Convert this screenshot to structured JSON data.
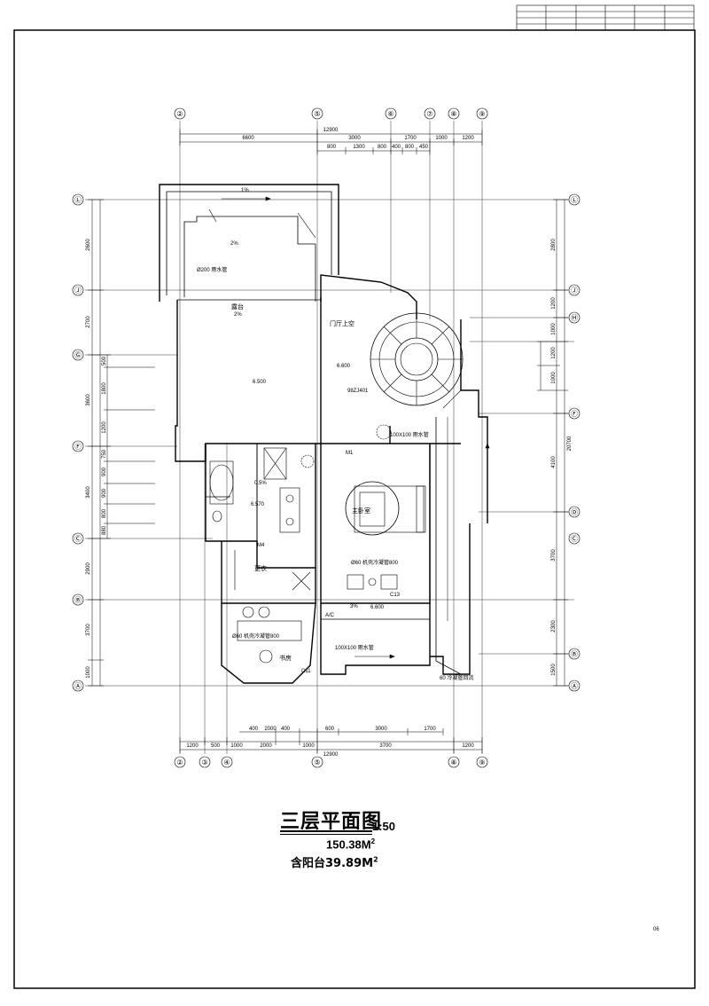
{
  "title": {
    "main": "三层平面图",
    "scale": "1:50",
    "area_value": "150.38",
    "area_unit": "M",
    "balcony_label": "含阳台",
    "balcony_value": "39.89",
    "balcony_unit": "M",
    "exponent": "2"
  },
  "page": {
    "number": "06"
  },
  "grid_axes": {
    "top": [
      "②",
      "⑤",
      "⑥",
      "⑦",
      "⑧",
      "⑨"
    ],
    "bottom": [
      "②",
      "③",
      "④",
      "⑤",
      "⑧",
      "⑨"
    ],
    "left": [
      "Ⓛ",
      "Ⓙ",
      "Ⓖ",
      "Ⓕ",
      "Ⓒ",
      "Ⓑ",
      "Ⓐ"
    ],
    "right": [
      "Ⓛ",
      "Ⓙ",
      "Ⓗ",
      "Ⓕ",
      "Ⓓ",
      "Ⓒ",
      "Ⓑ",
      "Ⓐ"
    ]
  },
  "dimensions": {
    "top_total": "12900",
    "top_row1": [
      "6600",
      "3000",
      "1700",
      "1000",
      "1200"
    ],
    "top_row2": [
      "800",
      "1300",
      "800",
      "400",
      "800",
      "450"
    ],
    "bottom_total": "12900",
    "bottom_row1": [
      "1200",
      "500",
      "1000",
      "2000",
      "1000",
      "3700",
      "1200"
    ],
    "bottom_row2": [
      "400",
      "2000",
      "400",
      "600",
      "3000",
      "1700"
    ],
    "left": [
      "2600",
      "2700",
      "3600",
      "3400",
      "2900",
      "3700",
      "1000"
    ],
    "left_inner": [
      "500",
      "1800",
      "1200",
      "750",
      "900",
      "900",
      "800",
      "880"
    ],
    "right": [
      "2800",
      "1200",
      "1000",
      "1200",
      "1000",
      "4100",
      "3700",
      "2300",
      "1500"
    ],
    "right_total": "20700"
  },
  "rooms": {
    "terrace": "露台",
    "terrace_slope": "2%",
    "terrace_elev": "6.500",
    "master_bedroom": "主卧室",
    "dressing": "更衣",
    "study": "书房",
    "bath_slope": "0.5%",
    "bath_elev": "6.570",
    "stair_label": "门厅上空",
    "stair_elev": "6.600",
    "stair_ref": "98ZJ401",
    "corridor_elev": "6.600",
    "ac": "A/C",
    "c13": "C13",
    "m1": "M1",
    "m4": "M4",
    "c11": "C11"
  },
  "notes": {
    "drain1": "Ø200 雨水管",
    "drain2": "100X100 雨水管",
    "ac_pipe1": "Ø60 机壳冷凝管800",
    "ac_pipe2": "Ø60 机壳冷凝管800",
    "slope1": "1%",
    "slope2": "2%",
    "slope3": "3%",
    "rain_mouth": "60 冷凝管回流"
  }
}
